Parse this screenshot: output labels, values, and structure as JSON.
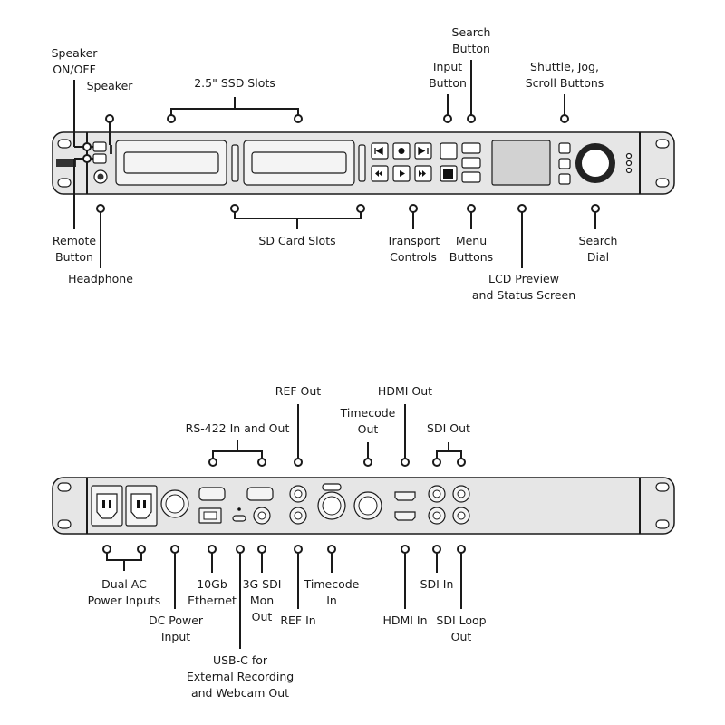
{
  "front_labels": {
    "speaker_onoff": "Speaker\nON/OFF",
    "speaker": "Speaker",
    "ssd_slots": "2.5\" SSD Slots",
    "input_button": "Input\nButton",
    "search_button": "Search\nButton",
    "shuttle_jog_scroll": "Shuttle, Jog,\nScroll Buttons",
    "remote_button": "Remote\nButton",
    "headphone": "Headphone",
    "sd_card_slots": "SD Card Slots",
    "transport_controls": "Transport\nControls",
    "menu_buttons": "Menu\nButtons",
    "lcd_preview": "LCD Preview\nand Status Screen",
    "search_dial": "Search\nDial"
  },
  "rear_labels": {
    "ref_out": "REF Out",
    "hdmi_out": "HDMI Out",
    "rs422": "RS-422 In and Out",
    "timecode_out": "Timecode\nOut",
    "sdi_out": "SDI Out",
    "dual_ac": "Dual AC\nPower Inputs",
    "ethernet": "10Gb\nEthernet",
    "sdi_mon_out": "3G SDI\nMon\nOut",
    "timecode_in": "Timecode\nIn",
    "sdi_in": "SDI In",
    "dc_power": "DC Power\nInput",
    "ref_in": "REF In",
    "hdmi_in": "HDMI In",
    "sdi_loop_out": "SDI Loop\nOut",
    "usb_c": "USB-C for\nExternal Recording\nand Webcam Out"
  },
  "colors": {
    "line": "#1a1a1a",
    "panel": "#e6e6e6",
    "dark": "#222222",
    "screen": "#d2d2d2"
  }
}
